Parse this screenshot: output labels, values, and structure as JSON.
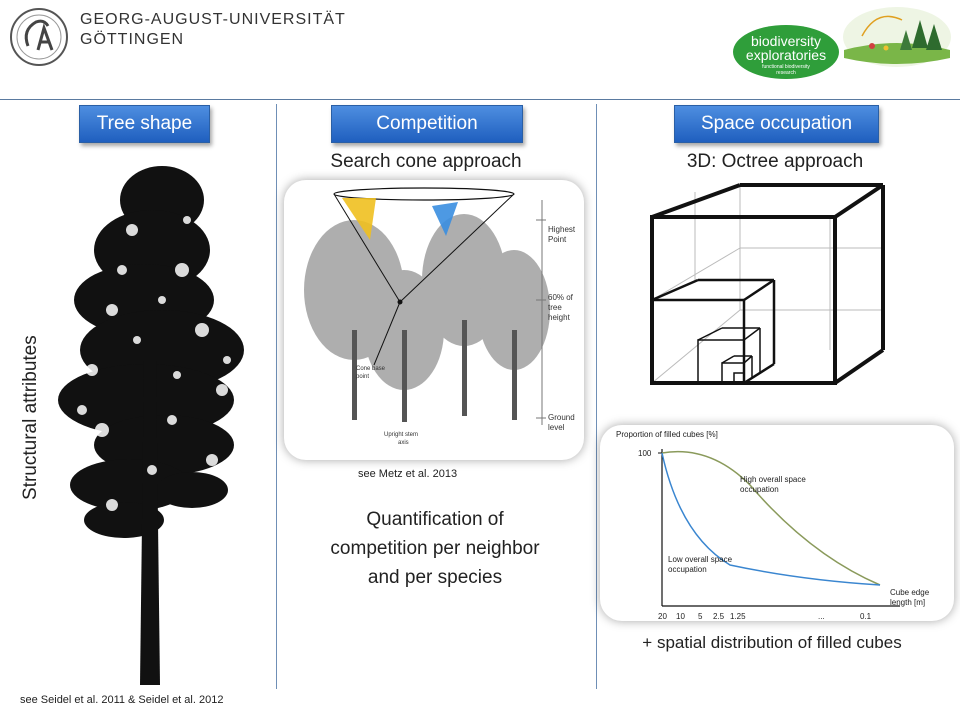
{
  "header": {
    "university_line1": "GEORG-AUGUST-UNIVERSITÄT",
    "university_line2": "GÖTTINGEN",
    "biodiv_title1": "biodiversity",
    "biodiv_title2": "exploratories",
    "biodiv_sub1": "functional biodiversity",
    "biodiv_sub2": "research"
  },
  "sections": {
    "tree_shape": {
      "button": "Tree shape",
      "side_label": "Structural attributes",
      "citation": "see Seidel et al. 2011 & Seidel et al. 2012"
    },
    "competition": {
      "button": "Competition",
      "subtitle": "Search cone approach",
      "citation": "see Metz et al. 2013",
      "description_line1": "Quantification of",
      "description_line2": "competition per neighbor",
      "description_line3": "and per species",
      "diagram_labels": {
        "highest1": "Highest",
        "highest2": "Point",
        "pct1": "60% of",
        "pct2": "tree",
        "pct3": "height",
        "cone1": "Cone base",
        "cone2": "point",
        "ground1": "Ground",
        "ground2": "level",
        "stem1": "Upright stem",
        "stem2": "axis"
      }
    },
    "space_occupation": {
      "button": "Space occupation",
      "subtitle": "3D: Octree approach",
      "caption": "+ spatial distribution of filled cubes",
      "chart": {
        "ylabel": "Proportion of filled cubes [%]",
        "y_top_tick": "100",
        "xlabel1": "Cube edge",
        "xlabel2": "length [m]",
        "x_ticks": [
          "20",
          "10",
          "5",
          "2.5",
          "1.25",
          "...",
          "0.1"
        ],
        "high_label1": "High overall space",
        "high_label2": "occupation",
        "low_label1": "Low overall space",
        "low_label2": "occupation"
      }
    }
  },
  "colors": {
    "button_top": "#4e8ee0",
    "button_bottom": "#1f5fbf",
    "divider": "#6f8fb6",
    "high_curve": "#8a9a5b",
    "low_curve": "#3a86d0"
  }
}
